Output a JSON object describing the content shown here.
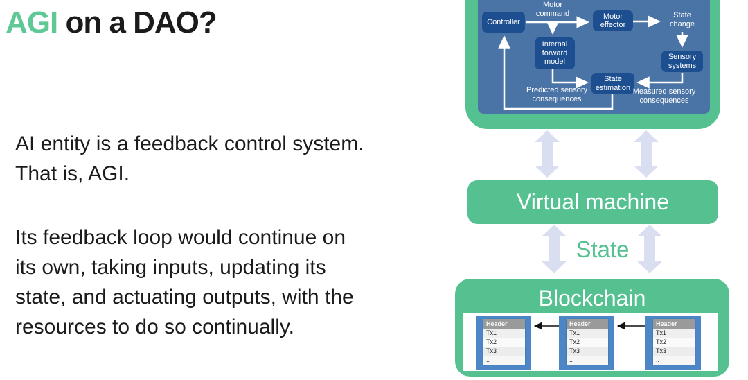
{
  "slide": {
    "title_highlight": "AGI",
    "title_rest": " on a DAO?",
    "paragraph1": "AI entity is a feedback control system.\nThat is, AGI.",
    "paragraph2": "Its feedback loop would continue on\nits own, taking inputs, updating its\nstate, and actuating outputs, with the\nresources to do so continually."
  },
  "feedback_diagram": {
    "nodes": {
      "controller": "Controller",
      "motor_effector": "Motor\neffector",
      "internal_forward_model": "Internal\nforward\nmodel",
      "sensory_systems": "Sensory\nsystems",
      "state_estimation": "State\nestimation"
    },
    "labels": {
      "motor_command": "Motor\ncommand",
      "state_change": "State\nchange",
      "predicted_consequences": "Predicted sensory\nconsequences",
      "measured_consequences": "Measured sensory\nconsequences"
    }
  },
  "stack": {
    "virtual_machine": "Virtual machine",
    "state": "State",
    "blockchain": "Blockchain"
  },
  "block": {
    "header": "Header",
    "rows": [
      "Tx1",
      "Tx2",
      "Tx3",
      ".."
    ]
  },
  "colors": {
    "accent_green": "#55c190",
    "title_green": "#5ec897",
    "diagram_bg_blue": "#4a74a6",
    "node_blue": "#1d4e8f",
    "block_blue": "#4c86c6",
    "connector_light": "#d9def0"
  }
}
